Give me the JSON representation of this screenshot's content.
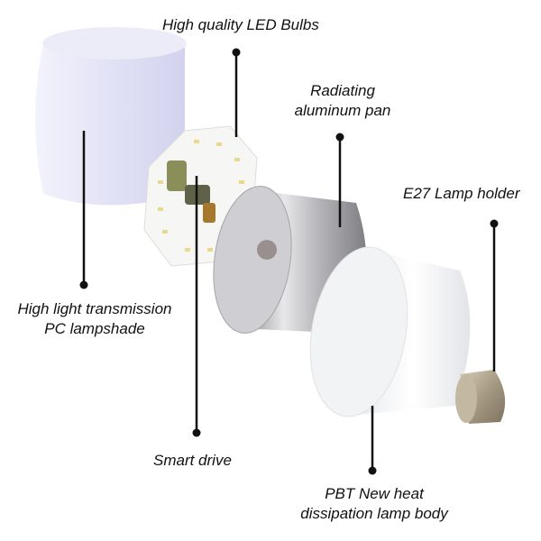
{
  "labels": {
    "led_bulbs": "High quality LED Bulbs",
    "aluminum_pan": [
      "Radiating",
      "aluminum pan"
    ],
    "lamp_holder": "E27 Lamp holder",
    "lampshade": [
      "High light transmission",
      "PC lampshade"
    ],
    "smart_drive": "Smart drive",
    "lamp_body": [
      "PBT New heat",
      "dissipation lamp body"
    ]
  },
  "colors": {
    "lampshade": "#e6e6f7",
    "aluminum": "#c9c9cc",
    "body": "#f7f8fa",
    "screw": "#b9ad97",
    "line": "#111111"
  }
}
